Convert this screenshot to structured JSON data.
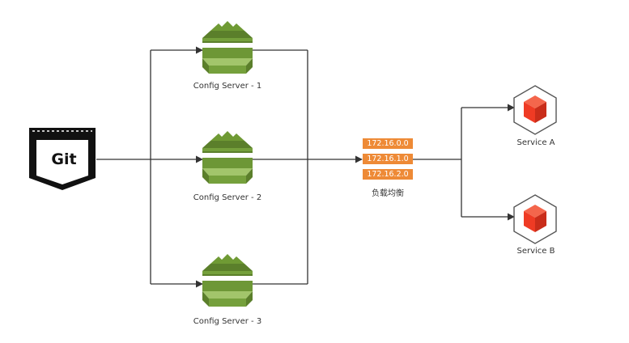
{
  "colors": {
    "line": "#333333",
    "server_green_dark": "#5b7f2b",
    "server_green_mid": "#75a03c",
    "server_green_light": "#a2c56b",
    "lb_orange": "#ee8a36",
    "cube_red": "#ef3b24",
    "git_black": "#111111"
  },
  "nodes": {
    "git": {
      "label": "Git",
      "icon": "git-icon"
    },
    "config_servers": [
      {
        "label": "Config Server - 1",
        "icon": "config-server-icon"
      },
      {
        "label": "Config Server - 2",
        "icon": "config-server-icon"
      },
      {
        "label": "Config Server - 3",
        "icon": "config-server-icon"
      }
    ],
    "load_balancer": {
      "label": "负载均衡",
      "ips": [
        "172.16.0.0",
        "172.16.1.0",
        "172.16.2.0"
      ]
    },
    "services": [
      {
        "label": "Service A",
        "icon": "service-cube-icon"
      },
      {
        "label": "Service B",
        "icon": "service-cube-icon"
      }
    ]
  }
}
